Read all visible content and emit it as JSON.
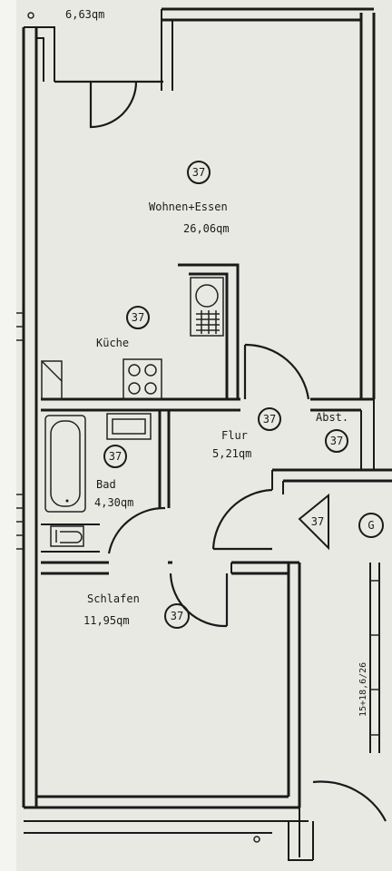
{
  "rooms": {
    "top": {
      "area": "6,63qm"
    },
    "wohnen": {
      "name": "Wohnen+Essen",
      "area": "26,06qm",
      "tag": "37"
    },
    "kueche": {
      "name": "Küche",
      "tag": "37"
    },
    "bad": {
      "name": "Bad",
      "area": "4,30qm",
      "tag": "37"
    },
    "flur": {
      "name": "Flur",
      "area": "5,21qm",
      "tag": "37"
    },
    "abst": {
      "name": "Abst.",
      "tag": "37"
    },
    "schlafen": {
      "name": "Schlafen",
      "area": "11,95qm",
      "tag": "37"
    }
  },
  "markers": {
    "triangle": "37",
    "g": "G"
  },
  "side_note": "15+18,6/26",
  "colors": {
    "paper": "#e9e9e4",
    "ink": "#1a1a1a"
  }
}
